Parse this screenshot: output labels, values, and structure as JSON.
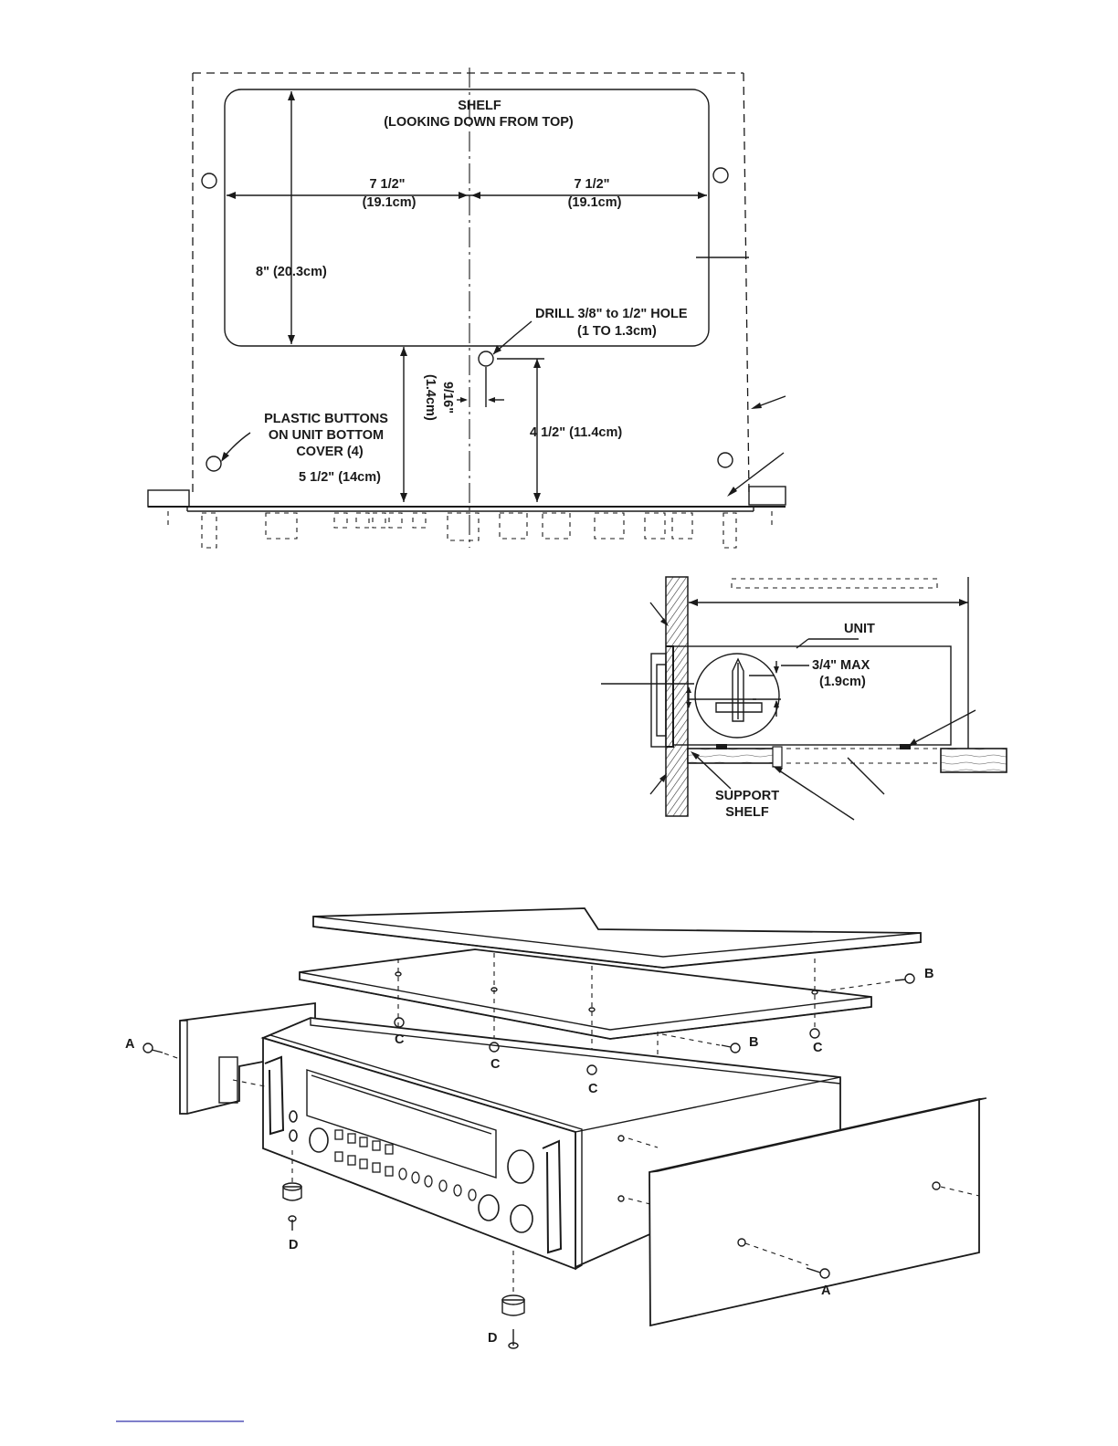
{
  "top_view": {
    "shelf_title": "SHELF",
    "shelf_subtitle": "(LOOKING DOWN FROM TOP)",
    "dim_left_width": "7 1/2\"",
    "dim_left_width_metric": "(19.1cm)",
    "dim_right_width": "7 1/2\"",
    "dim_right_width_metric": "(19.1cm)",
    "dim_depth": "8\" (20.3cm)",
    "drill_label": "DRILL 3/8\" to 1/2\" HOLE",
    "drill_label_metric": "(1 TO 1.3cm)",
    "dim_offset": "9/16\"",
    "dim_offset_metric": "(1.4cm)",
    "dim_hole_depth": "4 1/2\" (11.4cm)",
    "buttons_label_line1": "PLASTIC BUTTONS",
    "buttons_label_line2": "ON UNIT BOTTOM",
    "buttons_label_line3": "COVER (4)",
    "dim_front_to_cutout": "5 1/2\" (14cm)"
  },
  "side_view": {
    "unit_label": "UNIT",
    "clearance_label": "3/4\" MAX",
    "clearance_metric": "(1.9cm)",
    "support_shelf_line1": "SUPPORT",
    "support_shelf_line2": "SHELF"
  },
  "exploded_view": {
    "screw_a_label": "A",
    "screw_b_label": "B",
    "screw_c_label": "C",
    "screw_d_label": "D"
  }
}
